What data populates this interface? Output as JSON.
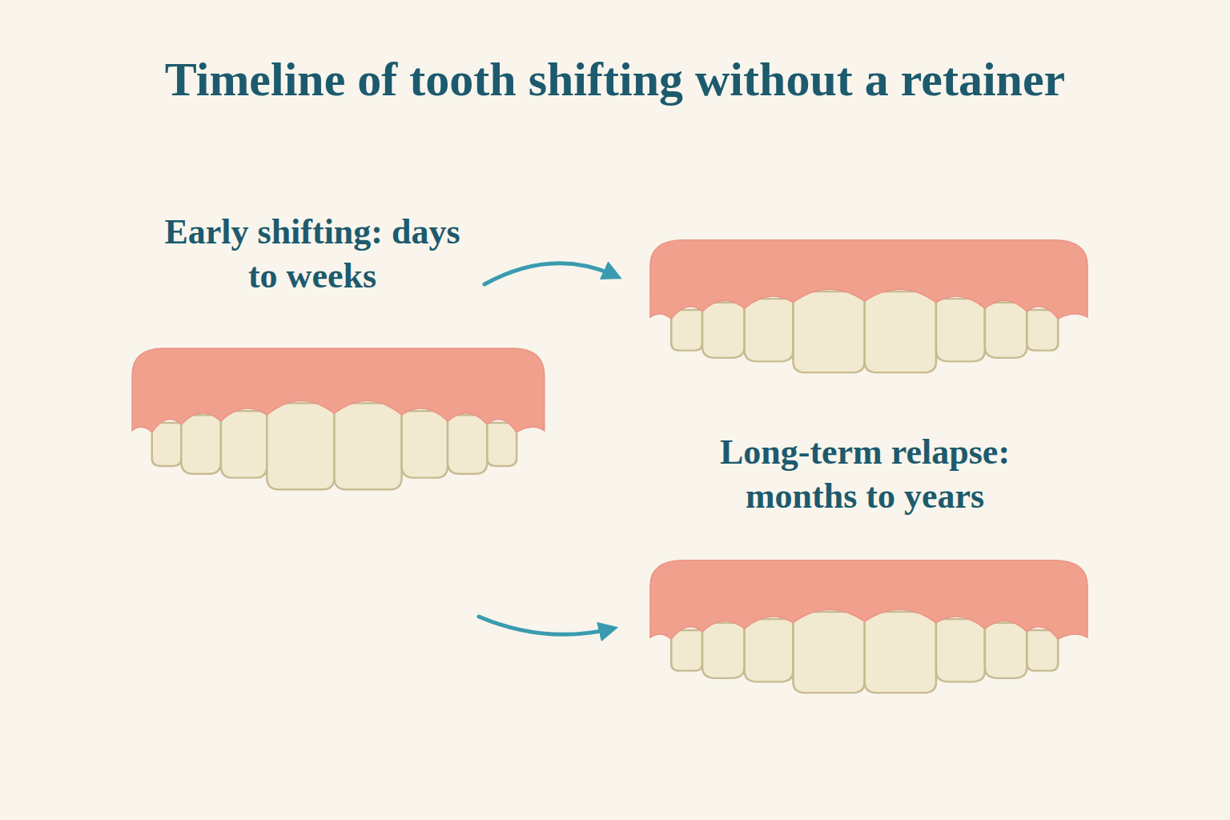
{
  "diagram": {
    "title": "Timeline of tooth shifting without a retainer",
    "labels": [
      "Early shifting: days to weeks",
      "Long-term relapse: months to years"
    ]
  }
}
